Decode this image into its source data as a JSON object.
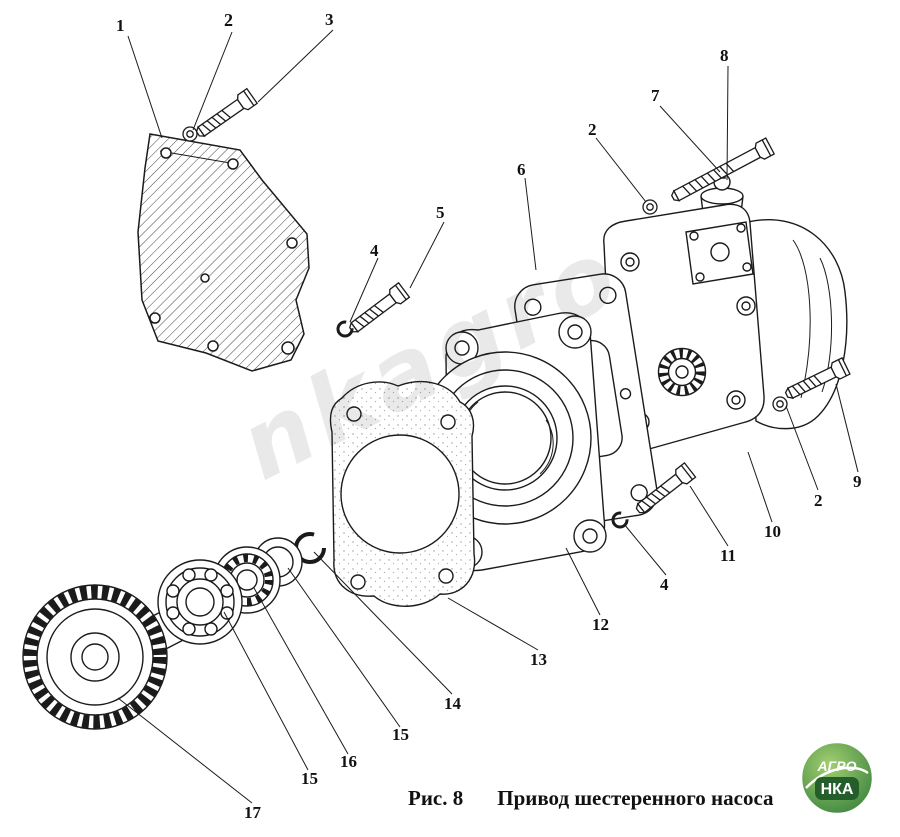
{
  "figure": {
    "caption_label": "Рис. 8",
    "caption_title": "Привод шестеренного насоса"
  },
  "watermark_text": "nkagro",
  "logo": {
    "line1": "АГРО",
    "line2": "НКА"
  },
  "callouts": [
    {
      "label": "1"
    },
    {
      "label": "2"
    },
    {
      "label": "3"
    },
    {
      "label": "8"
    },
    {
      "label": "7"
    },
    {
      "label": "2"
    },
    {
      "label": "6"
    },
    {
      "label": "5"
    },
    {
      "label": "4"
    },
    {
      "label": "9"
    },
    {
      "label": "2"
    },
    {
      "label": "10"
    },
    {
      "label": "11"
    },
    {
      "label": "4"
    },
    {
      "label": "12"
    },
    {
      "label": "13"
    },
    {
      "label": "14"
    },
    {
      "label": "15"
    },
    {
      "label": "16"
    },
    {
      "label": "15"
    },
    {
      "label": "17"
    }
  ]
}
